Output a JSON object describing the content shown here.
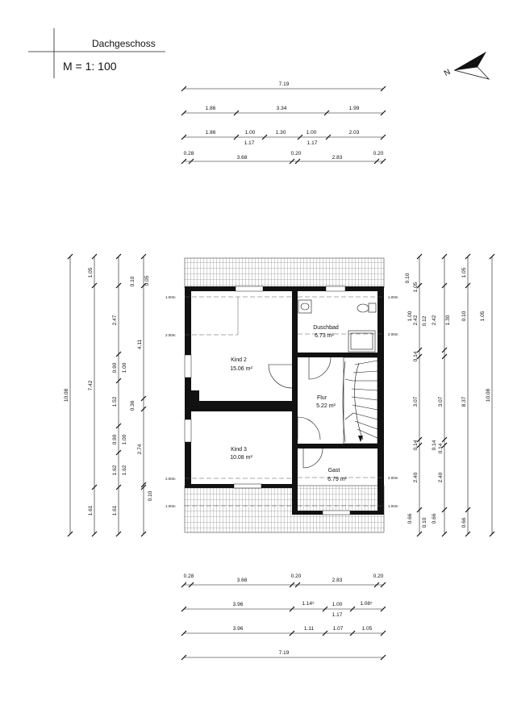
{
  "title": "Dachgeschoss",
  "scale": "M = 1: 100",
  "north_label": "N",
  "rooms": [
    {
      "name": "Kind 2",
      "area": "15.06 m²"
    },
    {
      "name": "Duschbad",
      "area": "6.73 m²"
    },
    {
      "name": "Flur",
      "area": "5.22 m²"
    },
    {
      "name": "Kind 3",
      "area": "10.08 m²"
    },
    {
      "name": "Gast",
      "area": "6.79 m²"
    }
  ],
  "height_lines": {
    "left_top_1m": "1.00m",
    "left_top_2m": "2.00m",
    "left_bot_2m": "2.00m",
    "left_bot_1m": "1.00m",
    "right_top_1m": "1.00m",
    "right_top_2m": "2.00m",
    "right_bot_2m": "2.00m",
    "right_bot_1m": "1.00m"
  },
  "dims_top": {
    "row1": [
      "7.19"
    ],
    "row2": [
      "1.86",
      "3.34",
      "1.99"
    ],
    "row3": [
      "1.86",
      "1.00",
      "1.30",
      "1.00",
      "2.03"
    ],
    "row3_sub": [
      "1.17",
      "1.17"
    ],
    "row4": [
      "0.28",
      "3.68",
      "0.20",
      "2.83",
      "0.20"
    ]
  },
  "dims_bottom": {
    "row1": [
      "0.28",
      "3.68",
      "0.20",
      "2.83",
      "0.20"
    ],
    "row2": [
      "3.96",
      "1.14⁵",
      "1.00",
      "1.08⁵"
    ],
    "row2_sub": [
      "1.17"
    ],
    "row3": [
      "3.96",
      "1.11",
      "1.07",
      "1.05"
    ],
    "row4": [
      "7.19"
    ]
  },
  "dims_left": {
    "col1": [
      "10.08"
    ],
    "col2": [
      "1.05",
      "7.42",
      "1.61"
    ],
    "col3": [
      "0.10",
      "2.47",
      "0.90",
      "1.52",
      "0.90",
      "1.62",
      "1.61"
    ],
    "col3_sub": [
      "1.00",
      "1.00"
    ],
    "col4": [
      "0.05",
      "4.11",
      "0.36",
      "2.74",
      "1.62",
      "0.10"
    ]
  },
  "dims_right": {
    "col1": [
      "0.10",
      "1.05",
      "2.42",
      "1.00",
      "0.14",
      "3.07",
      "0.14",
      "2.40",
      "0.66",
      "0.10"
    ],
    "col1_sub": [
      "0.12"
    ],
    "col2": [
      "2.42",
      "1.30",
      "0.14",
      "3.07",
      "0.14",
      "2.40",
      "0.66"
    ],
    "col3": [
      "1.05",
      "0.10",
      "8.37",
      "0.66"
    ],
    "col4": [
      "10.08"
    ]
  }
}
